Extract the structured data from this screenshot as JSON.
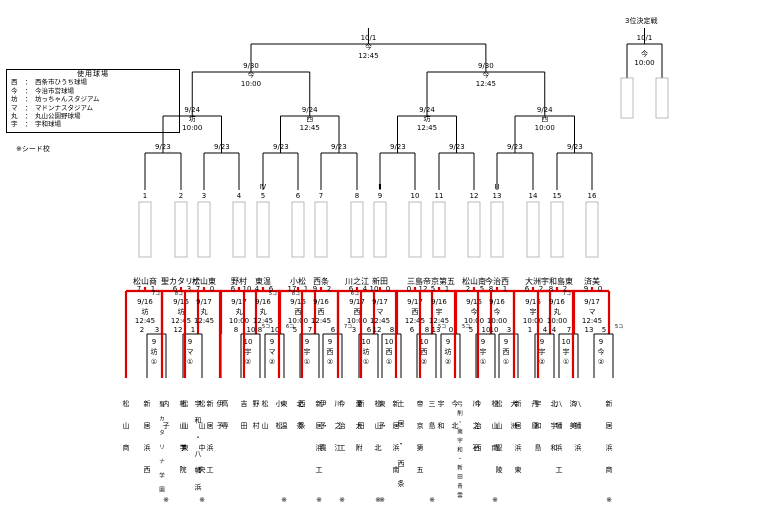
{
  "legend": {
    "title": "使用球場",
    "items": [
      {
        "abbr": "西",
        "name": "西条市ひうち球場"
      },
      {
        "abbr": "今",
        "name": "今治市営球場"
      },
      {
        "abbr": "坊",
        "name": "坊っちゃんスタジアム"
      },
      {
        "abbr": "マ",
        "name": "マドンナスタジアム"
      },
      {
        "abbr": "丸",
        "name": "丸山公園野球場"
      },
      {
        "abbr": "宇",
        "name": "宇和球場"
      }
    ]
  },
  "seed_note": "※シード校",
  "third_place": {
    "title": "3位決定戦",
    "date": "10/1",
    "venue": "今",
    "time": "10:00"
  },
  "top": [
    {
      "id": "final",
      "date": "10/1",
      "venue": "今",
      "time": "12:45",
      "pos": "center"
    },
    {
      "id": "sf1",
      "date": "9/30",
      "venue": "今",
      "time": "10:00",
      "pos": "center"
    },
    {
      "id": "sf2",
      "date": "9/30",
      "venue": "今",
      "time": "12:45",
      "pos": "center"
    },
    {
      "id": "qf1",
      "date": "9/24",
      "venue": "坊",
      "time": "10:00",
      "pos": "center"
    },
    {
      "id": "qf2",
      "date": "9/24",
      "venue": "西",
      "time": "12:45",
      "pos": "center"
    },
    {
      "id": "qf3",
      "date": "9/24",
      "venue": "坊",
      "time": "12:45",
      "pos": "center"
    },
    {
      "id": "qf4",
      "date": "9/24",
      "venue": "西",
      "time": "10:00",
      "pos": "center"
    },
    {
      "id": "r1",
      "date": "9/23",
      "pos": "left"
    },
    {
      "id": "r2",
      "date": "9/23",
      "pos": "left"
    },
    {
      "id": "r3",
      "date": "9/23",
      "pos": "left"
    },
    {
      "id": "r4",
      "date": "9/23",
      "pos": "left"
    },
    {
      "id": "r5",
      "date": "9/23",
      "pos": "left"
    },
    {
      "id": "r6",
      "date": "9/23",
      "pos": "left"
    },
    {
      "id": "r7",
      "date": "9/23",
      "pos": "left"
    },
    {
      "id": "r8",
      "date": "9/23",
      "pos": "left"
    }
  ],
  "block_nums": [
    "1",
    "2",
    "3",
    "4",
    "5",
    "6",
    "7",
    "8",
    "9",
    "10",
    "11",
    "12",
    "13",
    "14",
    "15",
    "16"
  ],
  "block_marks": [
    {
      "slot": 0,
      "mark": "Ⅰ"
    },
    {
      "slot": 4,
      "mark": "Ⅳ"
    },
    {
      "slot": 8,
      "mark": "Ⅱ"
    },
    {
      "slot": 12,
      "mark": "Ⅲ"
    }
  ],
  "blocks": [
    {
      "winner": "松山商",
      "ls": "7",
      "rs": "1",
      "d": "9/16",
      "v": "坊",
      "t": "12:45",
      "ml": "2",
      "mr": "3",
      "sd": "9",
      "sv": "坊",
      "sn": "①",
      "shift": 0
    },
    {
      "winner": "聖カタリナ",
      "ls": "6",
      "rs": "3",
      "d": "9/16",
      "v": "坊",
      "t": "12:45",
      "ml": "12",
      "mr": "1",
      "sd": "9",
      "sv": "マ",
      "sn": "①",
      "pre": "7コ",
      "shift": 0
    },
    {
      "winner": "松山東",
      "ls": "7",
      "rs": "0",
      "d": "9/17",
      "v": "丸",
      "t": "12:45",
      "ml": "",
      "mr": "",
      "sd": "",
      "sv": "",
      "sn": "",
      "pre": "8コ",
      "bye": true,
      "shift": 0
    },
    {
      "winner": "野村",
      "ls": "6",
      "rs": "10",
      "d": "9/17",
      "v": "丸",
      "t": "10:00",
      "ml": "8",
      "mr": "10",
      "sd": "10",
      "sv": "宇",
      "sn": "②",
      "post": "5コ",
      "shift": 1
    },
    {
      "winner": "東温",
      "ls": "4",
      "rs": "6",
      "d": "9/16",
      "v": "丸",
      "t": "12:45",
      "ml": "8",
      "mr": "10",
      "sd": "9",
      "sv": "マ",
      "sn": "②",
      "post": "6コ",
      "shift": 1
    },
    {
      "winner": "小松",
      "ls": "17",
      "rs": "1",
      "d": "9/16",
      "v": "西",
      "t": "10:00",
      "ml": "5",
      "mr": "7",
      "sd": "9",
      "sv": "宇",
      "sn": "①",
      "pre": "5コ",
      "shift": 0
    },
    {
      "winner": "西条",
      "ls": "9",
      "rs": "2",
      "d": "9/16",
      "v": "西",
      "t": "12:45",
      "ml": "",
      "mr": "6",
      "sd": "9",
      "sv": "西",
      "sn": "②",
      "pre": "8コ",
      "post": "7コ",
      "shift": 1
    },
    {
      "winner": "川之江",
      "ls": "6",
      "rs": "4",
      "d": "9/17",
      "v": "西",
      "t": "10:00",
      "ml": "3",
      "mr": "6",
      "sd": "10",
      "sv": "坊",
      "sn": "①",
      "shift": 1
    },
    {
      "winner": "新田",
      "ls": "10",
      "rs": "0",
      "d": "9/17",
      "v": "マ",
      "t": "12:45",
      "ml": "12",
      "mr": "8",
      "sd": "10",
      "sv": "西",
      "sn": "①",
      "pre": "6コ",
      "shift": 1
    },
    {
      "winner": "三島",
      "ls": "0",
      "rs": "12",
      "d": "9/17",
      "v": "西",
      "t": "12:45",
      "ml": "6",
      "mr": "8",
      "sd": "10",
      "sv": "西",
      "sn": "②",
      "post": "5コ",
      "shift": 1
    },
    {
      "winner": "帝京第五",
      "ls": "5",
      "rs": "1",
      "d": "9/16",
      "v": "宇",
      "t": "12:45",
      "ml": "13",
      "mr": "0",
      "sd": "9",
      "sv": "坊",
      "sn": "②",
      "post": "5コ",
      "shift": 1
    },
    {
      "winner": "松山南",
      "ls": "2",
      "rs": "5",
      "d": "9/16",
      "v": "今",
      "t": "10:00",
      "ml": "5",
      "mr": "10",
      "sd": "9",
      "sv": "宇",
      "sn": "①",
      "shift": 0
    },
    {
      "winner": "今治西",
      "ls": "8",
      "rs": "1",
      "d": "9/16",
      "v": "今",
      "t": "10:00",
      "ml": "10",
      "mr": "3",
      "sd": "9",
      "sv": "西",
      "sn": "①",
      "shift": 0
    },
    {
      "winner": "大洲",
      "ls": "6",
      "rs": "2",
      "d": "9/16",
      "v": "宇",
      "t": "10:00",
      "ml": "1",
      "mr": "4",
      "sd": "9",
      "sv": "宇",
      "sn": "②",
      "shift": 1
    },
    {
      "winner": "宇和島東",
      "ls": "8",
      "rs": "2",
      "d": "9/16",
      "v": "丸",
      "t": "10:00",
      "ml": "4",
      "mr": "7",
      "sd": "10",
      "sv": "宇",
      "sn": "①",
      "shift": 0
    },
    {
      "winner": "済美",
      "ls": "9",
      "rs": "0",
      "d": "9/17",
      "v": "マ",
      "t": "12:45",
      "ml": "13",
      "mr": "5",
      "sd": "9",
      "sv": "今",
      "sn": "②",
      "pre": "7コ",
      "post": "5コ",
      "shift": 1
    }
  ],
  "schools": [
    {
      "name": "松山商",
      "seed": false
    },
    {
      "name": "新居浜西",
      "seed": false
    },
    {
      "name": "内子",
      "seed": true
    },
    {
      "name": "聖カタリナ学園",
      "seed": false
    },
    {
      "name": "松山学院",
      "seed": false
    },
    {
      "name": "松山中央",
      "seed": true
    },
    {
      "name": "松山東",
      "seed": false
    },
    {
      "name": "宇和・八幡浜",
      "seed": false
    },
    {
      "name": "新居浜工",
      "seed": false
    },
    {
      "name": "高専",
      "seed": false
    },
    {
      "name": "伊予",
      "seed": false
    },
    {
      "name": "野村",
      "seed": false
    },
    {
      "name": "吉田",
      "seed": false
    },
    {
      "name": "松山",
      "seed": false
    },
    {
      "name": "東温",
      "seed": true
    },
    {
      "name": "小松",
      "seed": false
    },
    {
      "name": "北条",
      "seed": false
    },
    {
      "name": "新居浜工",
      "seed": true
    },
    {
      "name": "西条",
      "seed": false
    },
    {
      "name": "伊予農",
      "seed": false
    },
    {
      "name": "今治工",
      "seed": true
    },
    {
      "name": "川之江",
      "seed": false
    },
    {
      "name": "愛大附",
      "seed": false
    },
    {
      "name": "松山北",
      "seed": true
    },
    {
      "name": "新田",
      "seed": false
    },
    {
      "name": "東予",
      "seed": true
    },
    {
      "name": "土居・西条",
      "seed": false
    },
    {
      "name": "新居浜南",
      "seed": false
    },
    {
      "name": "三島",
      "seed": true
    },
    {
      "name": "帝京第五",
      "seed": false
    },
    {
      "name": "宇和",
      "seed": false
    },
    {
      "name": "弓削・南宇和・新田青雲",
      "seed": false
    },
    {
      "name": "今北",
      "seed": false
    },
    {
      "name": "川之石",
      "seed": false
    },
    {
      "name": "松山南",
      "seed": true
    },
    {
      "name": "今治西",
      "seed": false
    },
    {
      "name": "松山聖陵",
      "seed": false
    },
    {
      "name": "新居浜東",
      "seed": false
    },
    {
      "name": "大洲",
      "seed": false
    },
    {
      "name": "丹原",
      "seed": false
    },
    {
      "name": "北宇和",
      "seed": false
    },
    {
      "name": "宇和島",
      "seed": false
    },
    {
      "name": "八幡浜工",
      "seed": false
    },
    {
      "name": "八幡浜",
      "seed": false
    },
    {
      "name": "済美",
      "seed": false
    },
    {
      "name": "新居浜商",
      "seed": true
    }
  ]
}
